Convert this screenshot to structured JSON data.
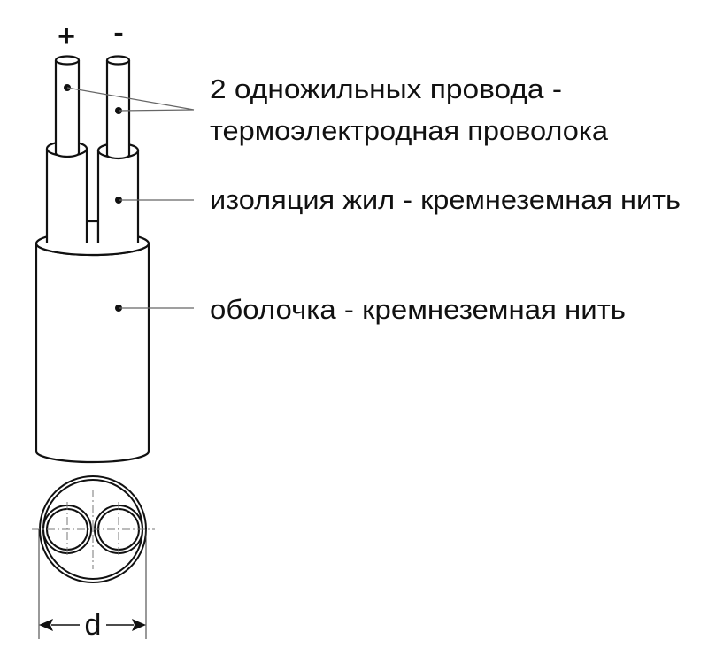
{
  "polarity": {
    "plus": "+",
    "minus": "-"
  },
  "labels": {
    "conductors_line1": "2 одножильных провода -",
    "conductors_line2": "термоэлектродная проволока",
    "insulation": "изоляция жил - кремнеземная нить",
    "sheath": "оболочка - кремнеземная нить"
  },
  "dimension": {
    "diameter": "d"
  }
}
